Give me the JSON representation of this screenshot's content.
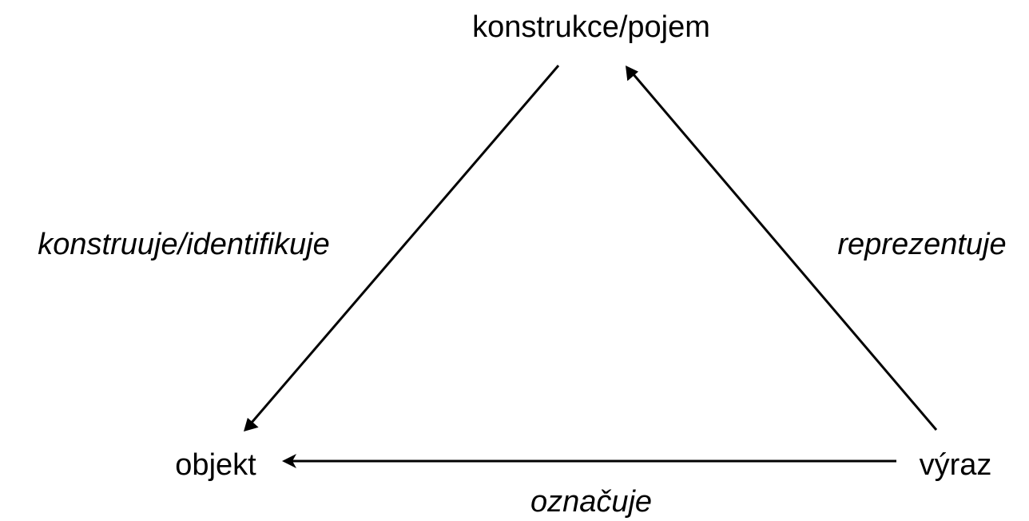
{
  "diagram": {
    "nodes": {
      "top": "konstrukce/pojem",
      "bottom_left": "objekt",
      "bottom_right": "výraz"
    },
    "edges": {
      "left": "konstruuje/identifikuje",
      "right": "reprezentuje",
      "bottom": "označuje"
    },
    "colors": {
      "ink": "#000000",
      "background": "#ffffff"
    }
  }
}
